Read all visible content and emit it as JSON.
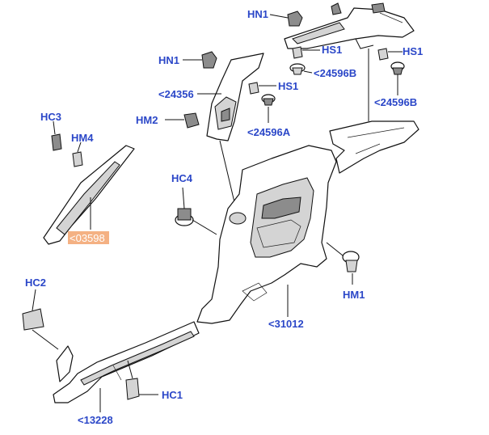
{
  "labels": {
    "hn1_top": "HN1",
    "hn1_left": "HN1",
    "hs1_upper": "HS1",
    "hs1_right": "HS1",
    "hs1_mid": "HS1",
    "p24596b_mid": "<24596B",
    "p24596b_right": "<24596B",
    "p24356": "<24356",
    "p24596a": "<24596A",
    "hm2": "HM2",
    "hc3": "HC3",
    "hm4": "HM4",
    "hc4": "HC4",
    "p03598": "<03598",
    "hc2": "HC2",
    "hm1": "HM1",
    "p31012": "<31012",
    "hc1": "HC1",
    "p13228": "<13228"
  },
  "colors": {
    "label": "#2b47c8",
    "highlight": "#f4b183"
  }
}
